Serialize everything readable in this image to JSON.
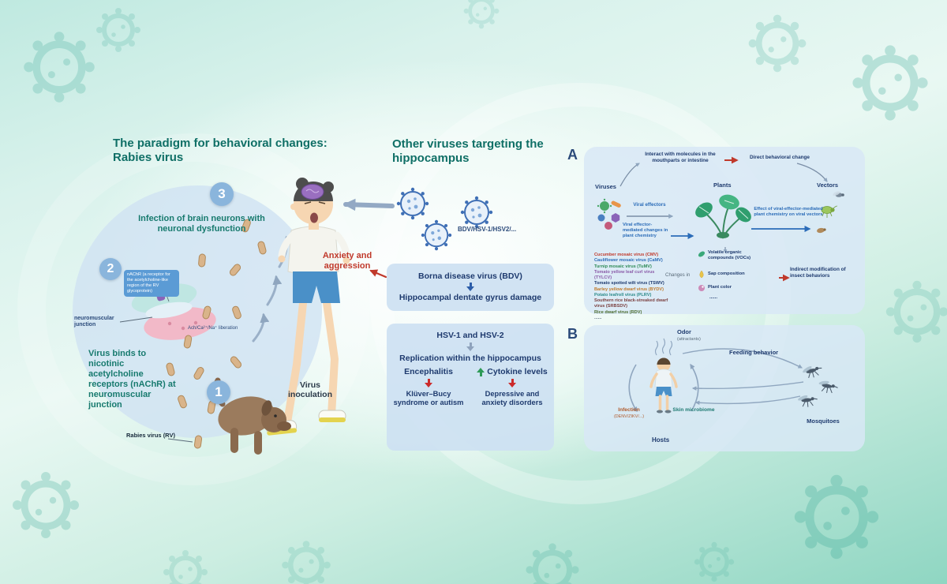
{
  "colors": {
    "accent_teal": "#0f6f66",
    "navy": "#1e3a6e",
    "blue": "#2b6cb8",
    "red": "#c0392b",
    "green": "#2e9a57",
    "panel_blue": "#d9e9f6",
    "badge_blue": "#8ab5dc"
  },
  "left": {
    "title_line1": "The paradigm for behavioral changes:",
    "title_line2": "Rabies virus",
    "step3": {
      "num": "3",
      "text": "Infection of brain neurons with neuronal dysfunction"
    },
    "step2": {
      "num": "2",
      "note": "nAChR (a receptor for the acetylcholine-like region of the RV glycoprotein)"
    },
    "step1": {
      "num": "1",
      "text": "Virus inoculation"
    },
    "neuromuscular_label": "neuromuscular junction",
    "ach_label": "Ach/Ca²⁺/Na⁺ liberation",
    "binds_text": "Virus binds to nicotinic acetylcholine receptors (nAChR) at neuromuscular junction",
    "rabies_label": "Rabies virus (RV)",
    "anxiety_label": "Anxiety and aggression"
  },
  "middle": {
    "title": "Other viruses targeting the hippocampus",
    "virus_group_label": "BDV/HSV-1/HSV2/...",
    "bdv": {
      "cause": "Borna disease virus (BDV)",
      "effect": "Hippocampal dentate gyrus damage"
    },
    "hsv": {
      "title": "HSV-1 and HSV-2",
      "replication": "Replication within the hippocampus",
      "encephalitis": "Encephalitis",
      "cytokine": "Cytokine levels",
      "kluver": "Klüver–Bucy syndrome or autism",
      "depressive": "Depressive and anxiety disorders"
    }
  },
  "panel_a": {
    "label": "A",
    "interact": "Interact with molecules in the mouthparts or intestine",
    "direct": "Direct behavioral change",
    "viruses": "Viruses",
    "plants": "Plants",
    "vectors": "Vectors",
    "viral_effectors": "Viral effectors",
    "effector_changes": "Viral effector-mediated changes in plant chemistry",
    "plant_chem_effect": "Effect of viral-effector-mediated plant chemistry on viral vectors",
    "changes_in": "Changes in",
    "voc": "Volatile organic compounds (VOCs)",
    "sap": "Sap composition",
    "plant_color": "Plant color",
    "ellipsis": "......",
    "indirect": "Indirect modification of insect behaviors",
    "virus_list": [
      "Cucumber mosaic virus (CMV)",
      "Cauliflower mosaic virus (CaMV)",
      "Turnip mosaic virus (TuMV)",
      "Tomato yellow leaf curl virus (TYLCV)",
      "Tomato spotted wilt virus (TSWV)",
      "Barley yellow dwarf virus (BYDV)",
      "Potato leafroll virus (PLRV)",
      "Southern rice black-streaked dwarf virus (SRBSDV)",
      "Rice dwarf virus (RDV)",
      "......"
    ]
  },
  "panel_b": {
    "label": "B",
    "odor": "Odor",
    "odor_sub": "(attractants)",
    "feeding": "Feeding behavior",
    "infection": "Infection",
    "infection_sub": "(DENV/ZIKV/...)",
    "skin": "Skin microbiome",
    "hosts": "Hosts",
    "mosquitoes": "Mosquitoes"
  }
}
